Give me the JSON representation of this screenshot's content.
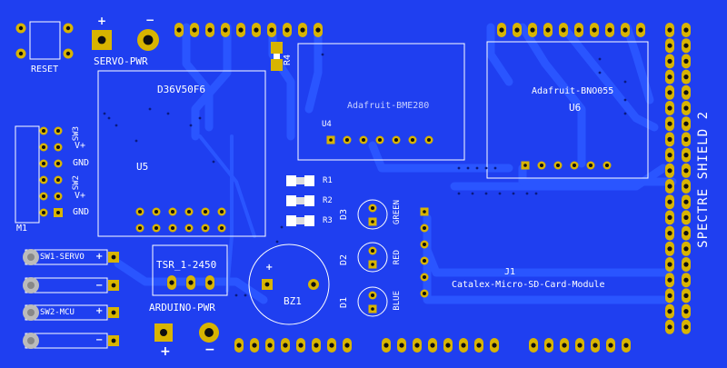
{
  "board": {
    "title": "SPECTRE SHIELD 2",
    "colors": {
      "board": "#1f3ff0",
      "trace": "#2a55ff",
      "silk": "#ffffff",
      "pad": "#d8b400",
      "hole": "#101010"
    }
  },
  "labels": {
    "reset": "RESET",
    "servo_pwr": "SERVO-PWR",
    "plus": "+",
    "r4": "R4",
    "d36": "D36V50F6",
    "u5": "U5",
    "bme_name": "Adafruit-BME280",
    "u4": "U4",
    "bno_name": "Adafruit-BNO055",
    "u6": "U6",
    "sw3": "SW3",
    "vplus": "V+",
    "gnd": "GND",
    "sw2": "SW2",
    "m1": "M1",
    "r1": "R1",
    "r2": "R2",
    "r3": "R3",
    "d3": "D3",
    "d2": "D2",
    "d1": "D1",
    "green": "GREEN",
    "red": "RED",
    "blue": "BLUE",
    "j1": "J1",
    "catalex": "Catalex-Micro-SD-Card-Module",
    "sw1_servo": "SW1-SERVO",
    "sw2_mcu": "SW2-MCU",
    "tsr": "TSR_1-2450",
    "bz1": "BZ1",
    "arduino_pwr": "ARDUINO-PWR",
    "minus": "−"
  }
}
